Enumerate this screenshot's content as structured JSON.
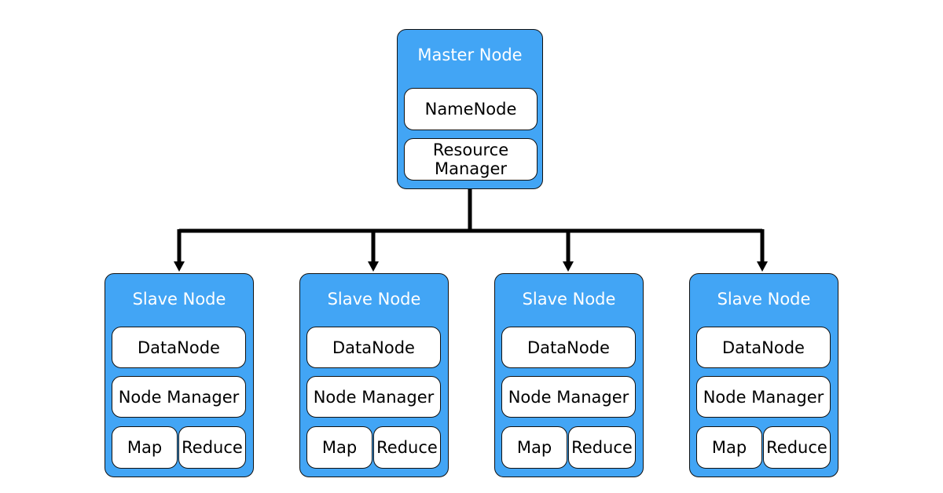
{
  "colors": {
    "node_fill": "#42a5f5",
    "outline": "#111111",
    "pill_fill": "#ffffff",
    "connector": "#000000"
  },
  "master": {
    "title": "Master Node",
    "components": [
      "NameNode",
      "Resource Manager"
    ]
  },
  "slave_title": "Slave Node",
  "slaves": [
    {
      "title": "Slave Node",
      "data_node": "DataNode",
      "node_manager": "Node Manager",
      "map": "Map",
      "reduce": "Reduce"
    },
    {
      "title": "Slave Node",
      "data_node": "DataNode",
      "node_manager": "Node Manager",
      "map": "Map",
      "reduce": "Reduce"
    },
    {
      "title": "Slave Node",
      "data_node": "DataNode",
      "node_manager": "Node Manager",
      "map": "Map",
      "reduce": "Reduce"
    },
    {
      "title": "Slave Node",
      "data_node": "DataNode",
      "node_manager": "Node Manager",
      "map": "Map",
      "reduce": "Reduce"
    }
  ]
}
